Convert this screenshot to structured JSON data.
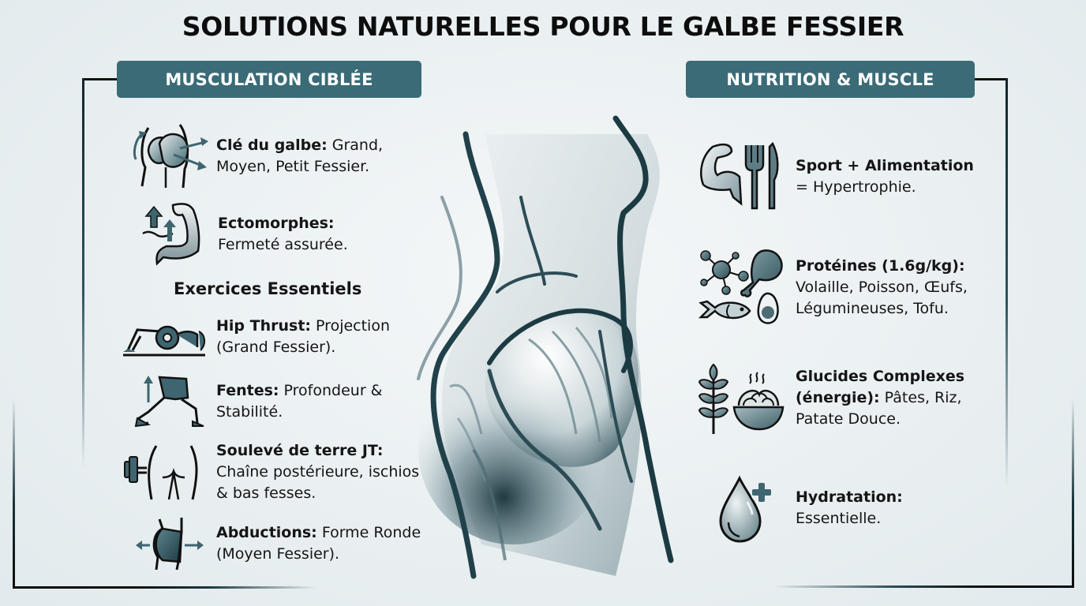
{
  "title": "SOLUTIONS NATURELLES POUR LE GALBE FESSIER",
  "colors": {
    "header_pill": "#3a6b77",
    "header_text": "#ffffff",
    "icon_teal": "#3e6570",
    "text": "#151515",
    "background": "#e9eff1"
  },
  "left_section": {
    "header": "MUSCULATION CIBLÉE",
    "intro_items": [
      {
        "icon": "glutes-muscle-icon",
        "bold": "Clé du galbe:",
        "text_line1": " Grand,",
        "text_line2": "Moyen, Petit Fessier."
      },
      {
        "icon": "flexed-arm-growth-icon",
        "bold": "Ectomorphes:",
        "text_line1": "",
        "text_line2": "Fermeté assurée."
      }
    ],
    "exercises_heading": "Exercices Essentiels",
    "exercises": [
      {
        "icon": "hip-thrust-icon",
        "bold": "Hip Thrust:",
        "text_line1": " Projection",
        "text_line2": "(Grand Fessier)."
      },
      {
        "icon": "lunge-icon",
        "bold": "Fentes:",
        "text_line1": " Profondeur &",
        "text_line2": "Stabilité."
      },
      {
        "icon": "deadlift-icon",
        "bold": "Soulevé de terre JT:",
        "text_line1": "",
        "text_line2": "Chaîne postérieure, ischios",
        "text_line3": "& bas fesses."
      },
      {
        "icon": "abduction-icon",
        "bold": "Abductions:",
        "text_line1": " Forme Ronde",
        "text_line2": "(Moyen Fessier)."
      }
    ]
  },
  "center_illustration": {
    "icon": "female-glute-anatomy-illustration"
  },
  "right_section": {
    "header": "NUTRITION & MUSCLE",
    "items": [
      {
        "icon": "arm-fork-knife-icon",
        "bold": "Sport + Alimentation",
        "text_line1": "",
        "text_line2": "= Hypertrophie."
      },
      {
        "icon": "protein-foods-icon",
        "bold": "Protéines (1.6g/kg):",
        "text_line1": "",
        "text_line2": "Volaille, Poisson, Œufs,",
        "text_line3": "Légumineuses, Tofu."
      },
      {
        "icon": "grain-pasta-icon",
        "bold": "Glucides Complexes",
        "text_line1": "",
        "bold_line2": "(énergie):",
        "text_line2": " Pâtes, Riz,",
        "text_line3": "Patate Douce."
      },
      {
        "icon": "water-drop-plus-icon",
        "bold": "Hydratation:",
        "text_line1": "",
        "text_line2": "Essentielle."
      }
    ]
  }
}
